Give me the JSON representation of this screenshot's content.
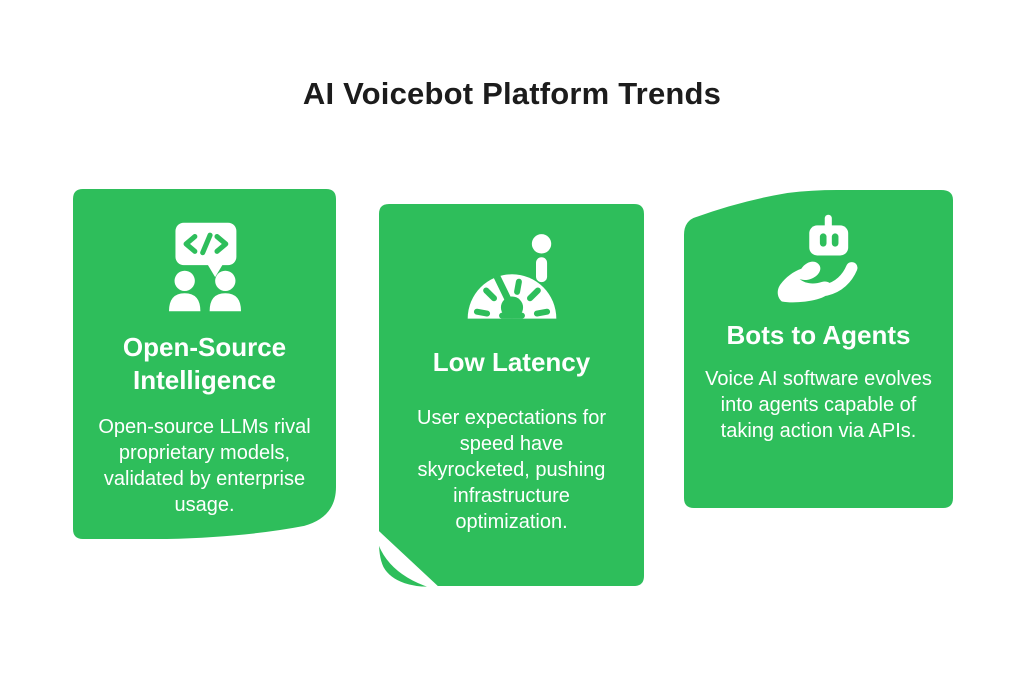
{
  "page": {
    "title": "AI Voicebot Platform Trends",
    "background_color": "#ffffff",
    "title_color": "#1c1c1c"
  },
  "theme": {
    "card_green": "#2ebe5b",
    "card_text_color": "#ffffff",
    "card_outline_color": "#ffffff"
  },
  "cards": [
    {
      "title": "Open-Source Intelligence",
      "body": "Open-source LLMs rival proprietary models, validated by enterprise usage.",
      "icon": "code-conversation-icon",
      "curl_corner": "bottom-right"
    },
    {
      "title": "Low Latency",
      "body": "User expectations for speed have skyrocketed, pushing infrastructure optimization.",
      "icon": "speedometer-lever-icon",
      "curl_corner": "bottom-left"
    },
    {
      "title": "Bots to Agents",
      "body": "Voice AI software evolves into agents capable of taking action via APIs.",
      "icon": "hand-holding-robot-icon",
      "curl_corner": "top-left"
    }
  ]
}
